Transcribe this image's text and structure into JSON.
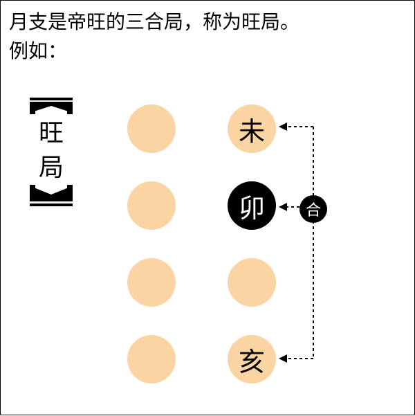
{
  "intro": {
    "line1": "月支是帝旺的三合局，称为旺局。",
    "line2": "例如："
  },
  "badge": {
    "char1": "旺",
    "char2": "局"
  },
  "grid": {
    "right_column": [
      "未",
      "卯",
      "",
      "亥"
    ],
    "highlighted_index": 1
  },
  "connector": {
    "label": "合"
  },
  "colors": {
    "circle_fill": "#fbd4a3",
    "highlight_fill": "#000000",
    "highlight_text": "#ffffff"
  }
}
